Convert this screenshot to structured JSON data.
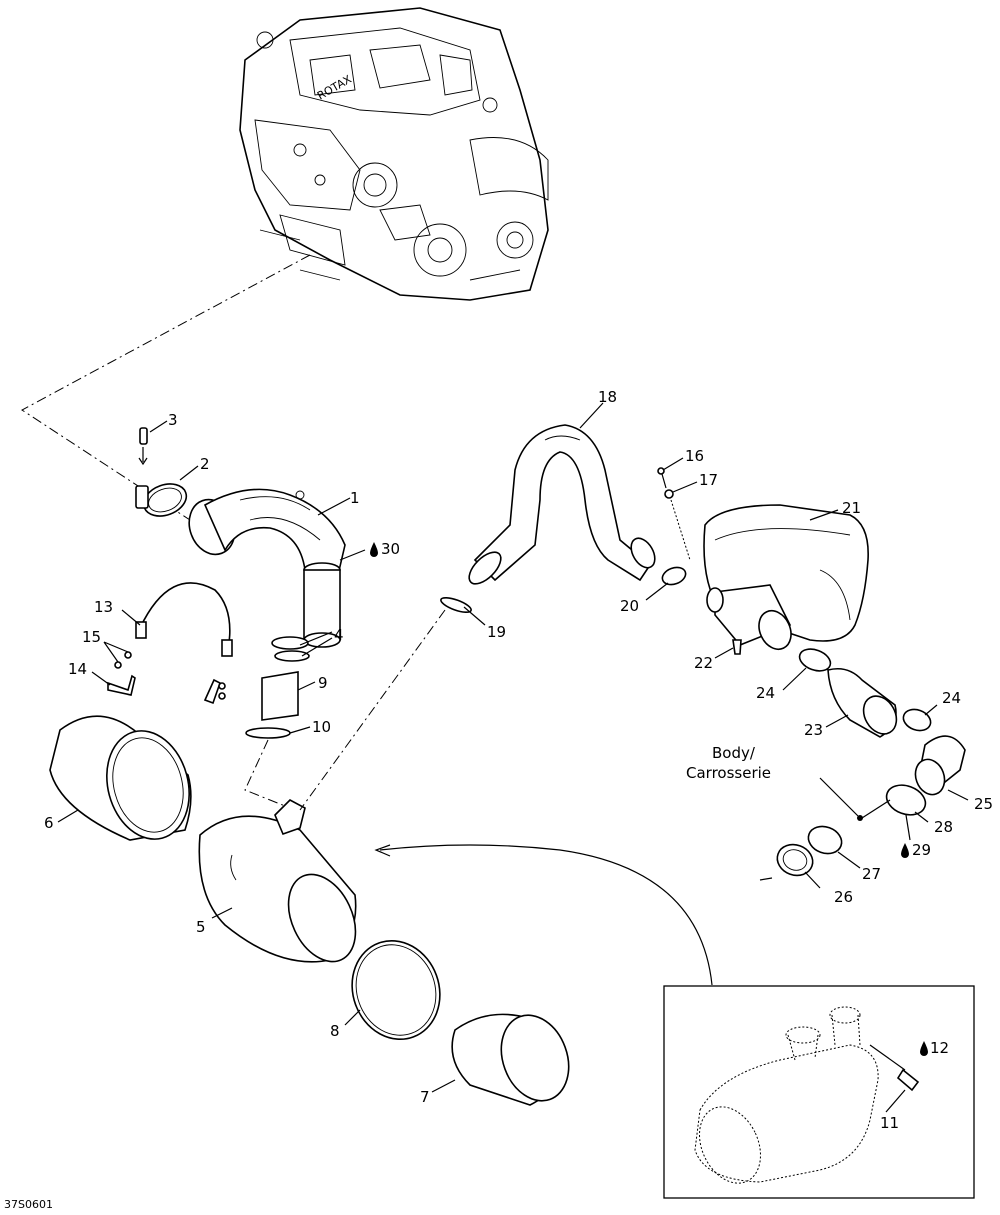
{
  "diagram_id": "37S0601",
  "body_label": [
    "Body/",
    "Carrosserie"
  ],
  "callouts": {
    "c1": "1",
    "c2": "2",
    "c3": "3",
    "c4": "4",
    "c5": "5",
    "c6": "6",
    "c7": "7",
    "c8": "8",
    "c9": "9",
    "c10": "10",
    "c11": "11",
    "c12": "12",
    "c13": "13",
    "c14": "14",
    "c15": "15",
    "c16": "16",
    "c17": "17",
    "c18": "18",
    "c19": "19",
    "c20": "20",
    "c21": "21",
    "c22": "22",
    "c23": "23",
    "c24a": "24",
    "c24b": "24",
    "c25": "25",
    "c26": "26",
    "c27": "27",
    "c28": "28",
    "c29": "29",
    "c30": "30"
  },
  "icons": {
    "drop": "oil-drop-icon"
  }
}
